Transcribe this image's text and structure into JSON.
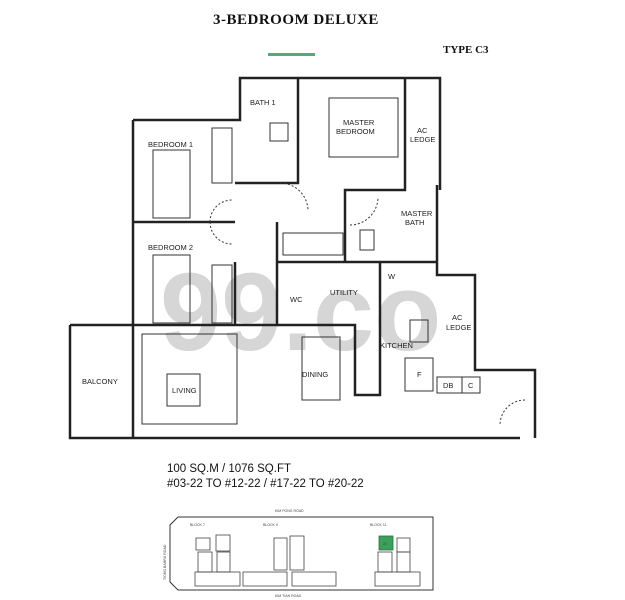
{
  "header": {
    "title": "3-BEDROOM DELUXE",
    "type": "TYPE C3",
    "accent_color": "#4caf7a"
  },
  "rooms": {
    "bath1": "BATH 1",
    "master_bedroom_1": "MASTER",
    "master_bedroom_2": "BEDROOM",
    "ac_ledge_top_1": "AC",
    "ac_ledge_top_2": "LEDGE",
    "bedroom1": "BEDROOM 1",
    "bedroom2": "BEDROOM 2",
    "master_bath_1": "MASTER",
    "master_bath_2": "BATH",
    "w": "W",
    "wc": "WC",
    "utility": "UTILITY",
    "ac_ledge_right_1": "AC",
    "ac_ledge_right_2": "LEDGE",
    "kitchen": "KITCHEN",
    "dining": "DINING",
    "living": "LIVING",
    "balcony": "BALCONY",
    "fridge": "F",
    "db": "DB",
    "c": "C"
  },
  "watermark": "99.co",
  "info": {
    "area": "100 SQ.M / 1076 SQ.FT",
    "units": "#03-22 TO #12-22 / #17-22 TO #20-22"
  },
  "key_plan": {
    "road_top": "KIM PONG ROAD",
    "road_bottom": "KIM TIAN ROAD",
    "road_left": "TIONG BAHRU ROAD",
    "blocks": [
      "BLOCK 7",
      "BLOCK 9",
      "BLOCK 11"
    ],
    "highlight_unit": "22",
    "highlight_color": "#3aa05a"
  }
}
